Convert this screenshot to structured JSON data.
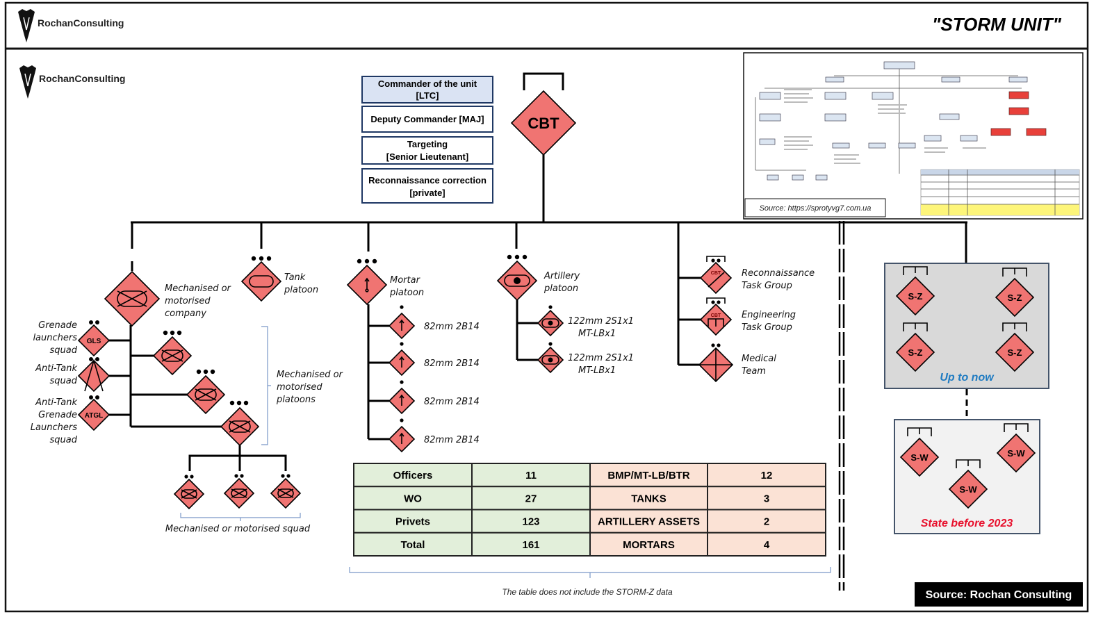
{
  "header": {
    "logo_text": "RochanConsulting",
    "title": "\"STORM UNIT\""
  },
  "logo2_text": "RochanConsulting",
  "command": {
    "commander": [
      "Commander of the unit",
      "[LTC]"
    ],
    "deputy": "Deputy Commander [MAJ]",
    "targeting": [
      "Targeting",
      "[Senior Lieutenant]"
    ],
    "recon_correction": [
      "Reconnaissance correction",
      "[private]"
    ],
    "hq_symbol": "CBT"
  },
  "company": {
    "label": [
      "Mechanised or",
      "motorised",
      "company"
    ],
    "gls_symbol": "GLS",
    "atgl_symbol": "ATGL",
    "gls_label": [
      "Grenade",
      "launchers",
      "squad"
    ],
    "at_label": [
      "Anti-Tank",
      "squad"
    ],
    "atgl_label": [
      "Anti-Tank",
      "Grenade",
      "Launchers",
      "squad"
    ],
    "platoons_label": [
      "Mechanised or",
      "motorised",
      "platoons"
    ],
    "squad_label": "Mechanised or motorised squad"
  },
  "tank": {
    "label": [
      "Tank",
      "platoon"
    ]
  },
  "mortar": {
    "label": [
      "Mortar",
      "platoon"
    ],
    "items": [
      "82mm 2B14",
      "82mm 2B14",
      "82mm 2B14",
      "82mm 2B14"
    ]
  },
  "artillery": {
    "label": [
      "Artillery",
      "platoon"
    ],
    "items": [
      [
        "122mm 2S1x1",
        "MT-LBx1"
      ],
      [
        "122mm 2S1x1",
        "MT-LBx1"
      ]
    ]
  },
  "support": {
    "recon": {
      "symbol": "CBT",
      "label": [
        "Reconnaissance",
        "Task Group"
      ]
    },
    "engineering": {
      "symbol": "CBT",
      "label": [
        "Engineering",
        "Task Group"
      ]
    },
    "medical": {
      "label": [
        "Medical",
        "Team"
      ]
    }
  },
  "thumbnail": {
    "source": "Source: https://sprotyvg7.com.ua"
  },
  "storm_z": {
    "symbol": "S-Z",
    "label": "Up to now",
    "label_color": "#1f7bc1"
  },
  "storm_w": {
    "symbol": "S-W",
    "label": "State before 2023",
    "label_color": "#e8112d"
  },
  "table": {
    "rows": [
      [
        "Officers",
        "11",
        "BMP/MT-LB/BTR",
        "12"
      ],
      [
        "WO",
        "27",
        "TANKS",
        "3"
      ],
      [
        "Privets",
        "123",
        "ARTILLERY ASSETS",
        "2"
      ],
      [
        "Total",
        "161",
        "MORTARS",
        "4"
      ]
    ],
    "note": "The table does not include the STORM-Z data",
    "colors": {
      "personnel": "#e2efda",
      "equipment": "#fbe2d5"
    }
  },
  "colors": {
    "unit_fill": "#f07472",
    "commander_box": "#dae3f3"
  },
  "source": "Source: Rochan Consulting"
}
